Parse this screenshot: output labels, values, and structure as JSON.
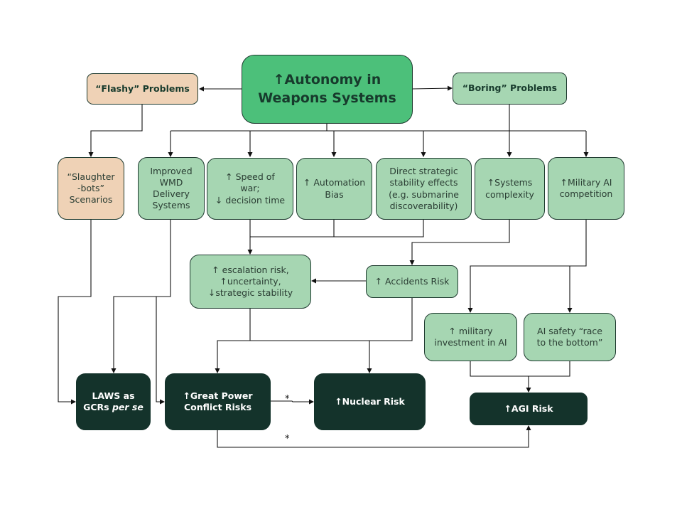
{
  "diagram": {
    "root": {
      "arrow": "↑",
      "label": "Autonomy in\nWeapons Systems"
    },
    "flashy": {
      "label": "“Flashy” Problems"
    },
    "boring": {
      "label": "“Boring” Problems"
    },
    "level2": [
      {
        "id": "slaughterbots",
        "label": "“Slaughter\n-bots”\nScenarios"
      },
      {
        "id": "wmd",
        "label": "Improved\nWMD\nDelivery\nSystems"
      },
      {
        "id": "speed",
        "label": "↑ Speed of\nwar;\n↓ decision time"
      },
      {
        "id": "automation",
        "label": "↑ Automation\nBias"
      },
      {
        "id": "direct",
        "label": "Direct strategic\nstability effects\n(e.g. submarine\ndiscoverability)"
      },
      {
        "id": "complexity",
        "label": "↑Systems\ncomplexity"
      },
      {
        "id": "competition",
        "label": "↑Military AI\ncompetition"
      }
    ],
    "level3": [
      {
        "id": "escalation",
        "label": "↑ escalation risk,\n↑uncertainty,\n↓strategic stability"
      },
      {
        "id": "accidents",
        "label": "↑ Accidents  Risk"
      },
      {
        "id": "investment",
        "label": "↑ military\ninvestment in AI"
      },
      {
        "id": "race",
        "label": "AI safety “race\nto the bottom”"
      }
    ],
    "outcomes": {
      "laws": {
        "line1": "LAWS as",
        "line2_prefix": "GCRs ",
        "line2_em": "per se"
      },
      "great_power": {
        "label": "↑Great Power\nConflict Risks"
      },
      "nuclear": {
        "label": "↑Nuclear Risk"
      },
      "agi": {
        "label": "↑AGI Risk"
      }
    },
    "annotations": {
      "star_1": "*",
      "star_2": "*"
    }
  }
}
